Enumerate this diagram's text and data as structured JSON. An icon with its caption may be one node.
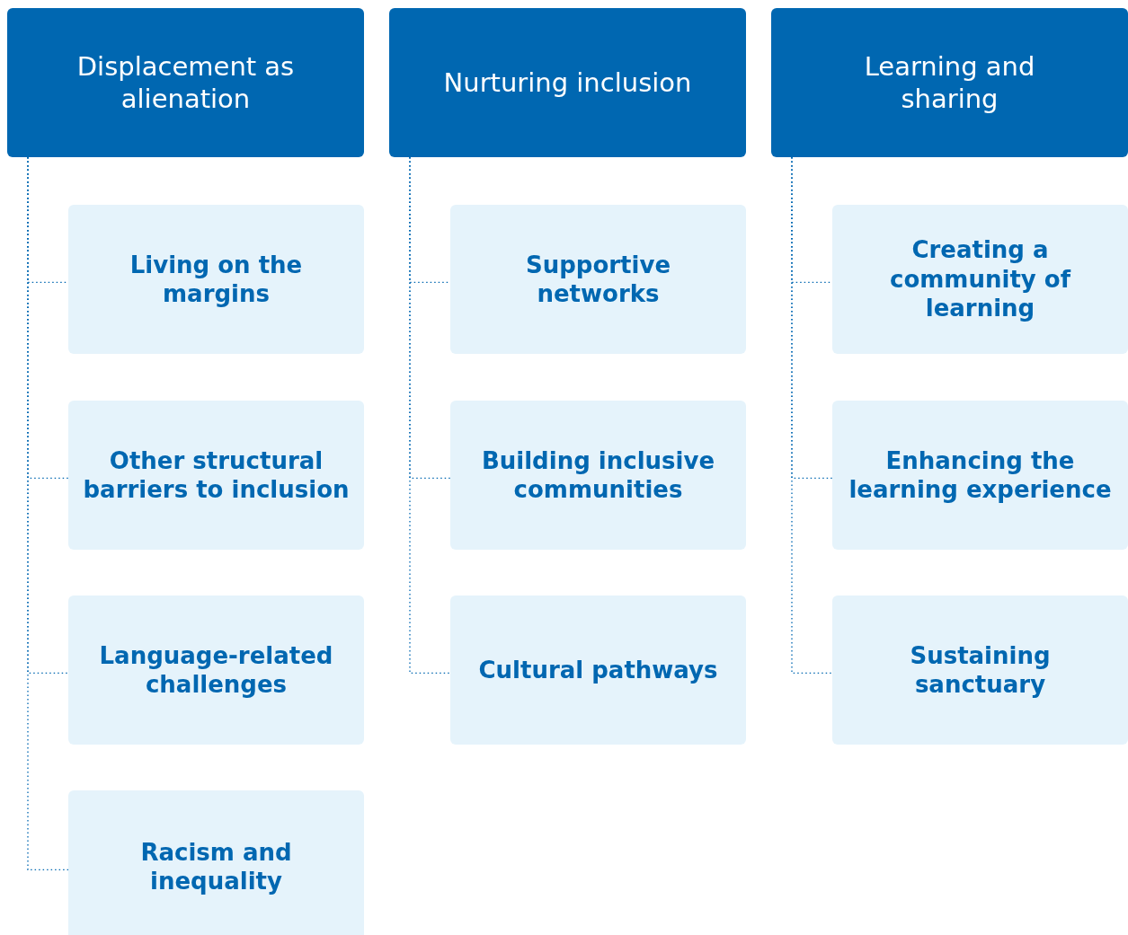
{
  "diagram": {
    "nodes": [
      {
        "text": [
          "Displacement as alienation"
        ]
      },
      {
        "text": [
          "Living on the margins"
        ]
      },
      {
        "text": [
          "Other structural barriers to inclusion"
        ]
      },
      {
        "text": [
          "Language-related challenges"
        ]
      },
      {
        "text": [
          "Racism and inequality"
        ]
      },
      {
        "text": [
          "Nurturing inclusion"
        ]
      },
      {
        "text": [
          "Supportive networks"
        ]
      },
      {
        "text": [
          "Building inclusive communities"
        ]
      },
      {
        "text": [
          "Cultural pathways"
        ]
      },
      {
        "text": [
          "Learning and sharing"
        ]
      },
      {
        "text": [
          "Creating a community of learning"
        ]
      },
      {
        "text": [
          "Enhancing the learning experience"
        ]
      },
      {
        "text": [
          "Sustaining sanctuary"
        ]
      }
    ],
    "edges": [
      {
        "from": 0,
        "to": 1,
        "arrow": "none",
        "style": "dashed"
      },
      {
        "from": 0,
        "to": 2,
        "arrow": "none",
        "style": "dashed"
      },
      {
        "from": 0,
        "to": 3,
        "arrow": "none",
        "style": "dashed"
      },
      {
        "from": 0,
        "to": 4,
        "arrow": "none",
        "style": "dashed"
      },
      {
        "from": 5,
        "to": 6,
        "arrow": "none",
        "style": "dashed"
      },
      {
        "from": 5,
        "to": 7,
        "arrow": "none",
        "style": "dashed"
      },
      {
        "from": 5,
        "to": 8,
        "arrow": "none",
        "style": "dashed"
      },
      {
        "from": 9,
        "to": 10,
        "arrow": "none",
        "style": "dashed"
      },
      {
        "from": 9,
        "to": 11,
        "arrow": "none",
        "style": "dashed"
      },
      {
        "from": 9,
        "to": 12,
        "arrow": "none",
        "style": "dashed"
      }
    ]
  }
}
